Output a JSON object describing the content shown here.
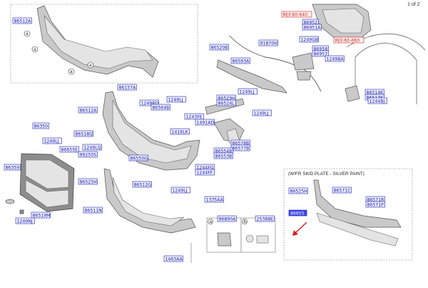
{
  "page_indicator": "1 of 2",
  "skid_plate_note": "(W/FR SKID PLATE - SILVER PAINT)",
  "callout_letter": "a",
  "highlighted_part": "86655",
  "part_labels": [
    {
      "id": "l1",
      "text": "86512A"
    },
    {
      "id": "l2",
      "text": "86512A"
    },
    {
      "id": "l3",
      "text": "86157A"
    },
    {
      "id": "l4",
      "text": "1249BD"
    },
    {
      "id": "l5",
      "text": "86564B"
    },
    {
      "id": "l6",
      "text": "1249LJ"
    },
    {
      "id": "l7",
      "text": "86350"
    },
    {
      "id": "l8",
      "text": "86518Q"
    },
    {
      "id": "l9",
      "text": "1249LJ"
    },
    {
      "id": "l10",
      "text": "86655E"
    },
    {
      "id": "l11",
      "text": "1249LQ"
    },
    {
      "id": "l12",
      "text": "99250S"
    },
    {
      "id": "l13",
      "text": "86359"
    },
    {
      "id": "l14",
      "text": "86525H"
    },
    {
      "id": "l15",
      "text": "86519M"
    },
    {
      "id": "l16",
      "text": "1249NJ"
    },
    {
      "id": "l17",
      "text": "86511N"
    },
    {
      "id": "l18",
      "text": "86550G"
    },
    {
      "id": "l19",
      "text": "86512G"
    },
    {
      "id": "l20",
      "text": "1249LJ"
    },
    {
      "id": "l21",
      "text": "1335AA"
    },
    {
      "id": "l22",
      "text": "1463AA"
    },
    {
      "id": "l23",
      "text": "1416LK"
    },
    {
      "id": "l24",
      "text": "1243FE"
    },
    {
      "id": "l25",
      "text": "1491AD"
    },
    {
      "id": "l26",
      "text": "1244FG"
    },
    {
      "id": "l27",
      "text": "1244FF"
    },
    {
      "id": "l28",
      "text": "86529H"
    },
    {
      "id": "l29",
      "text": "86524L"
    },
    {
      "id": "l30",
      "text": "1249LJ"
    },
    {
      "id": "l31",
      "text": "1249LJ"
    },
    {
      "id": "l32",
      "text": "86578B"
    },
    {
      "id": "l33",
      "text": "86577B"
    },
    {
      "id": "l34",
      "text": "86554B"
    },
    {
      "id": "l35",
      "text": "86553B"
    },
    {
      "id": "l36",
      "text": "86520B"
    },
    {
      "id": "l37",
      "text": "86593A"
    },
    {
      "id": "l38",
      "text": "91870H"
    },
    {
      "id": "l39",
      "text": "86952"
    },
    {
      "id": "l40",
      "text": "86951A"
    },
    {
      "id": "l41",
      "text": "1249GB"
    },
    {
      "id": "l42",
      "text": "86958"
    },
    {
      "id": "l43",
      "text": "86957"
    },
    {
      "id": "l44",
      "text": "1249BA"
    },
    {
      "id": "l45",
      "text": "86514K"
    },
    {
      "id": "l46",
      "text": "86513K"
    },
    {
      "id": "l47",
      "text": "1244BJ"
    },
    {
      "id": "l48",
      "text": "96890A"
    },
    {
      "id": "l49",
      "text": "25388E"
    },
    {
      "id": "l50",
      "text": "86525H"
    },
    {
      "id": "l51",
      "text": "86571C"
    },
    {
      "id": "l52",
      "text": "86571R"
    },
    {
      "id": "l53",
      "text": "86571P"
    }
  ],
  "ref_labels": [
    {
      "id": "r1",
      "text": "REF.60-640"
    },
    {
      "id": "r2",
      "text": "REF.60-660"
    }
  ]
}
